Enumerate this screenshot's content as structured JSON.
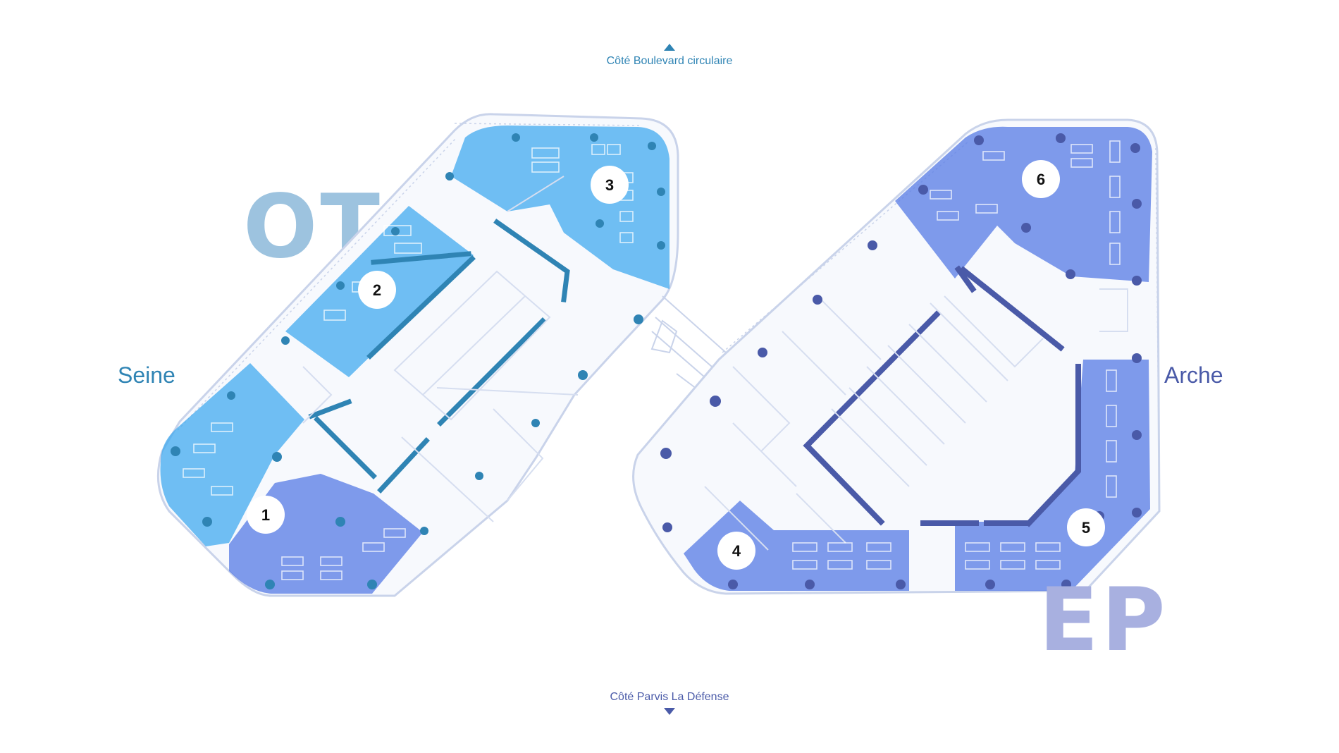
{
  "orientation": {
    "top_label": "Côté Boulevard circulaire",
    "bottom_label": "Côté Parvis La Défense",
    "left_label": "Seine",
    "right_label": "Arche"
  },
  "wings": {
    "left": "OT",
    "right": "EP"
  },
  "zones": [
    {
      "number": "1",
      "wing": "OT",
      "color": "#5c7fe6"
    },
    {
      "number": "2",
      "wing": "OT",
      "color": "#3aa6ee"
    },
    {
      "number": "3",
      "wing": "OT",
      "color": "#3aa6ee"
    },
    {
      "number": "4",
      "wing": "EP",
      "color": "#5c7fe6"
    },
    {
      "number": "5",
      "wing": "EP",
      "color": "#5c7fe6"
    },
    {
      "number": "6",
      "wing": "EP",
      "color": "#5c7fe6"
    }
  ],
  "colors": {
    "ot_accent": "#2f84b4",
    "ep_accent": "#4a5aa8",
    "ot_zone": "#3aa6ee",
    "ep_zone": "#5c7fe6",
    "plan_lines": "#c8d2ea"
  }
}
